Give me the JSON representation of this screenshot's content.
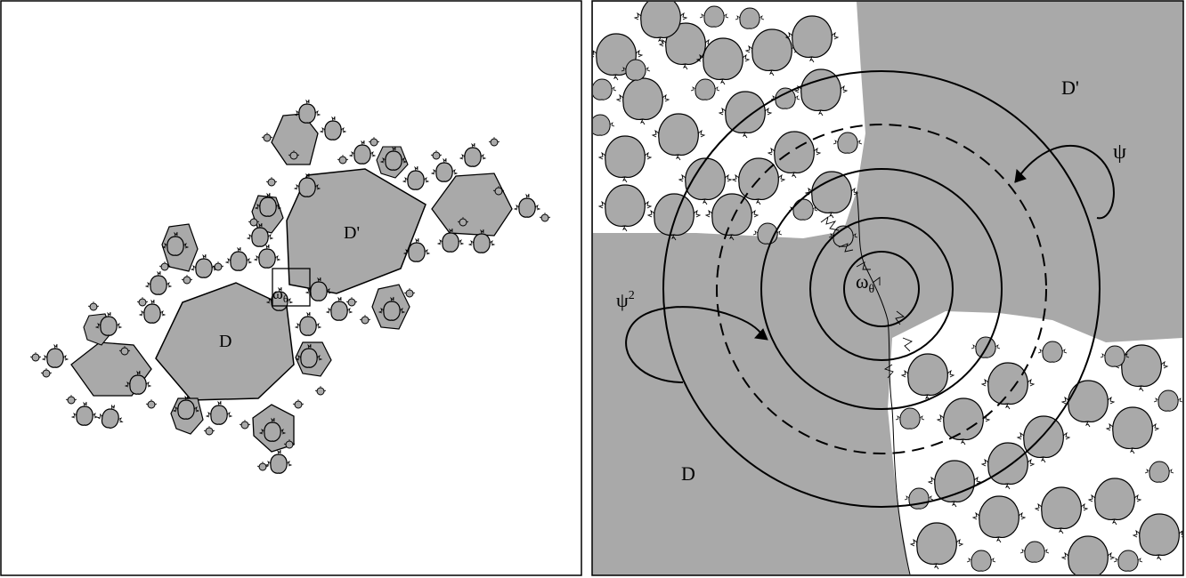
{
  "left_panel": {
    "labels": {
      "d_prime": "D'",
      "d": "D",
      "omega_base": "ω",
      "omega_sub": "θ"
    }
  },
  "right_panel": {
    "labels": {
      "d_prime": "D'",
      "d": "D",
      "omega_base": "ω",
      "omega_sub": "θ",
      "psi": "ψ",
      "psi_sq_base": "ψ",
      "psi_sq_exp": "2"
    }
  },
  "colors": {
    "fill": "#a9a9a9",
    "stroke": "#000000",
    "background": "#ffffff"
  }
}
